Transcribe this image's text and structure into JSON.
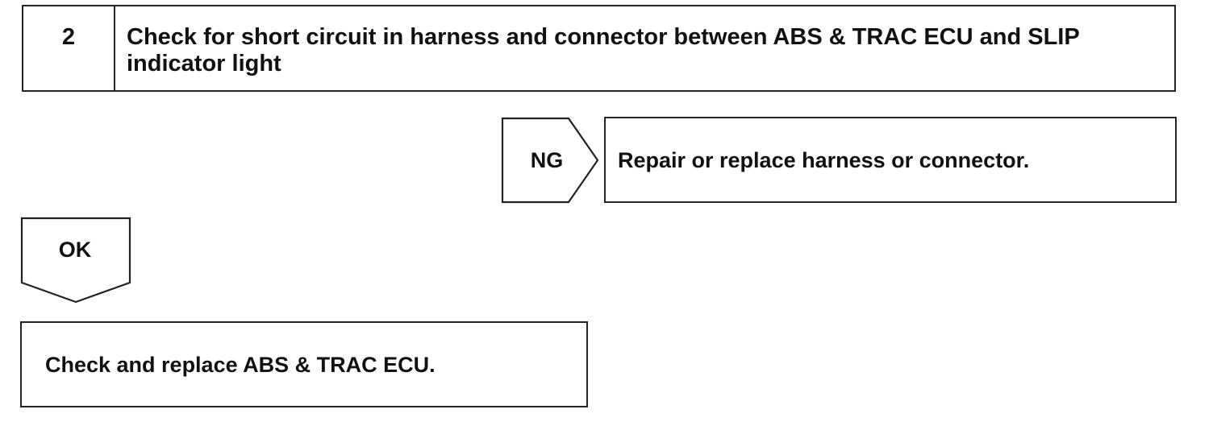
{
  "step": {
    "number": "2",
    "title": "Check for short circuit in harness and connector between ABS & TRAC ECU and SLIP indicator light"
  },
  "ng_branch": {
    "tag": "NG",
    "action": "Repair or replace harness or connector."
  },
  "ok_branch": {
    "tag": "OK",
    "action": "Check and replace ABS & TRAC ECU."
  }
}
